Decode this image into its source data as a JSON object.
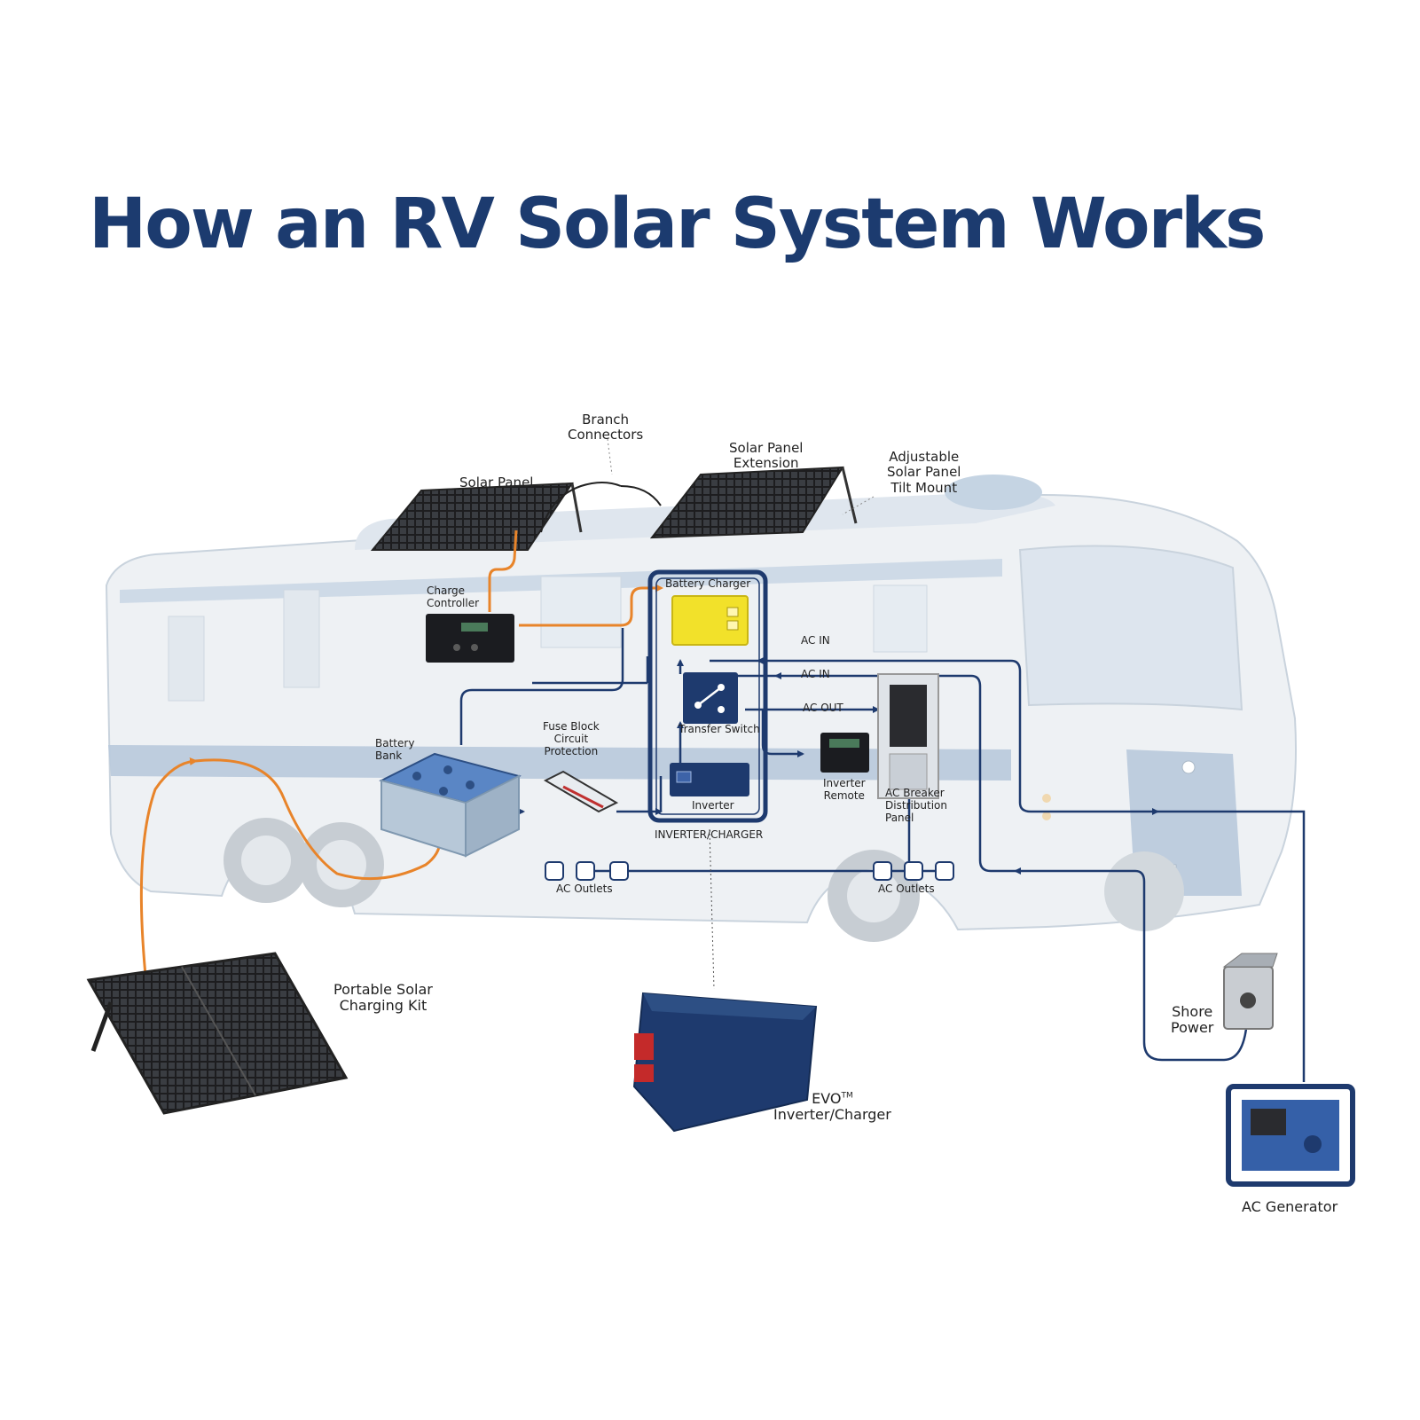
{
  "title": "How an RV Solar System Works",
  "colors": {
    "title": "#1c3b6f",
    "dc_wire": "#1e3a6e",
    "solar_wire": "#e8842a",
    "rv_body": "#eef1f4",
    "rv_stripe": "#b8c9dc",
    "charger_yellow": "#f2e12a"
  },
  "labels": {
    "solar_panel": "Solar Panel",
    "branch_connectors": [
      "Branch",
      "Connectors"
    ],
    "solar_panel_extension": [
      "Solar Panel",
      "Extension"
    ],
    "tilt_mount": [
      "Adjustable",
      "Solar Panel",
      "Tilt Mount"
    ],
    "charge_controller": [
      "Charge",
      "Controller"
    ],
    "battery_charger": "Battery Charger",
    "ac_in_1": "AC IN",
    "ac_in_2": "AC IN",
    "ac_out": "AC OUT",
    "transfer_switch": "Transfer Switch",
    "battery_bank": [
      "Battery",
      "Bank"
    ],
    "fuse_block": [
      "Fuse Block",
      "Circuit",
      "Protection"
    ],
    "inverter": "Inverter",
    "inverter_charger": "INVERTER/CHARGER",
    "inverter_remote": [
      "Inverter",
      "Remote"
    ],
    "ac_breaker": [
      "AC Breaker",
      "Distribution",
      "Panel"
    ],
    "ac_outlets_left": "AC Outlets",
    "ac_outlets_right": "AC Outlets",
    "portable_solar": [
      "Portable Solar",
      "Charging Kit"
    ],
    "evo_name": "EVO",
    "evo_tm": "TM",
    "evo_sub": "Inverter/Charger",
    "shore_power": [
      "Shore",
      "Power"
    ],
    "ac_generator": "AC Generator"
  }
}
